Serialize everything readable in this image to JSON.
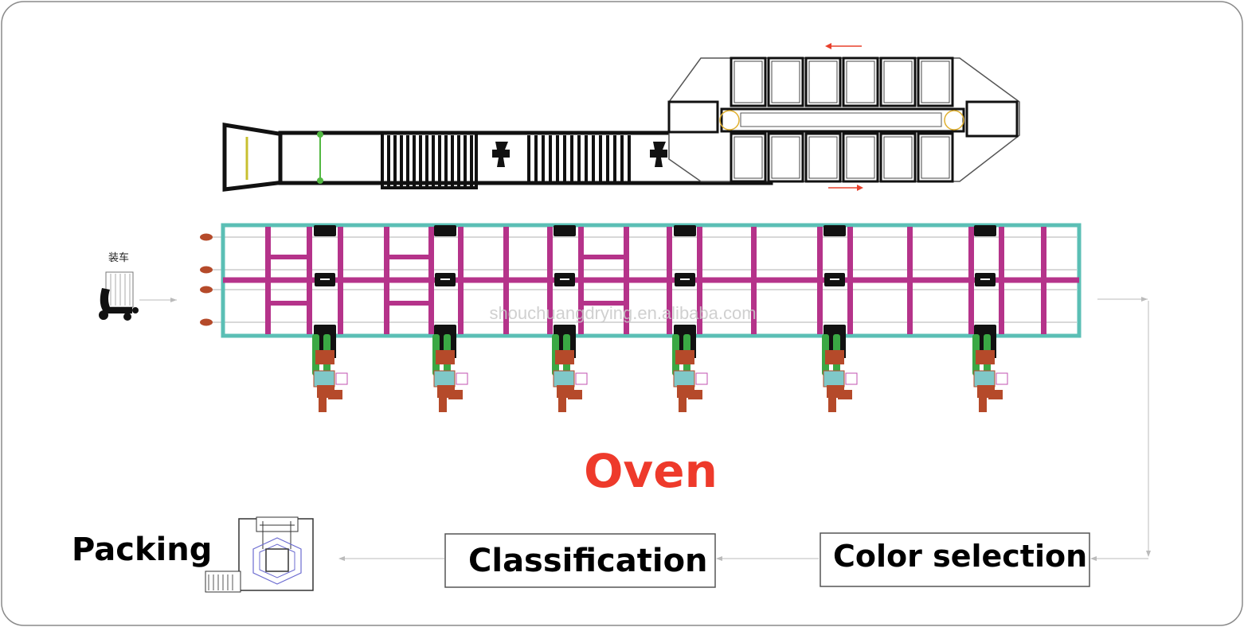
{
  "labels": {
    "loading": "装车",
    "oven": "Oven",
    "color_selection": "Color selection",
    "classification": "Classification",
    "packing": "Packing",
    "watermark": "shouchuangdrying.en.alibaba.com"
  },
  "colors": {
    "frame_teal": "#5bbfb5",
    "rail_magenta": "#b5338a",
    "fan_green": "#3aa844",
    "burner_brown": "#b54a2a",
    "oven_red": "#ee3a2b",
    "arrow_red": "#e8402c",
    "line_gray": "#bbbbbb",
    "ink": "#111111"
  },
  "icons": {
    "loading_cart": "cart-icon",
    "packing_machine": "packing-machine-icon",
    "flow_arrow": "arrow-icon"
  }
}
